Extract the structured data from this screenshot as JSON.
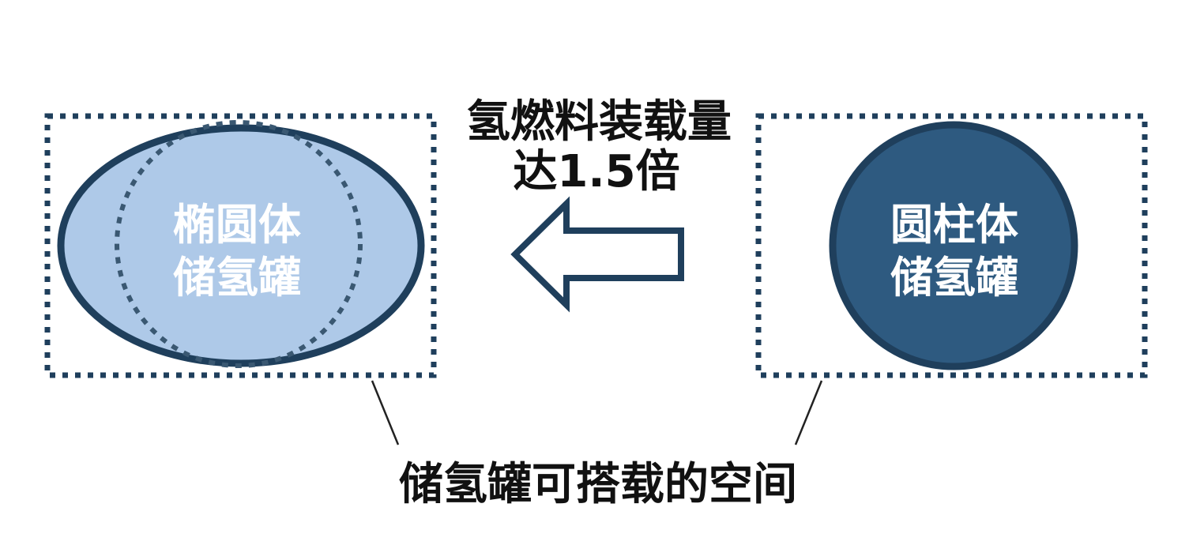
{
  "colors": {
    "navy": "#1f3f5c",
    "ellipse_fill": "#aec9e8",
    "circle_fill": "#2e5a80",
    "text_dark": "#111111",
    "text_light": "#ffffff"
  },
  "top_label": {
    "line1": "氢燃料装载量",
    "line2": "达1.5倍"
  },
  "left_tank": {
    "line1": "椭圆体",
    "line2": "储氢罐"
  },
  "right_tank": {
    "line1": "圆柱体",
    "line2": "储氢罐"
  },
  "bottom_label": "储氢罐可搭载的空间"
}
